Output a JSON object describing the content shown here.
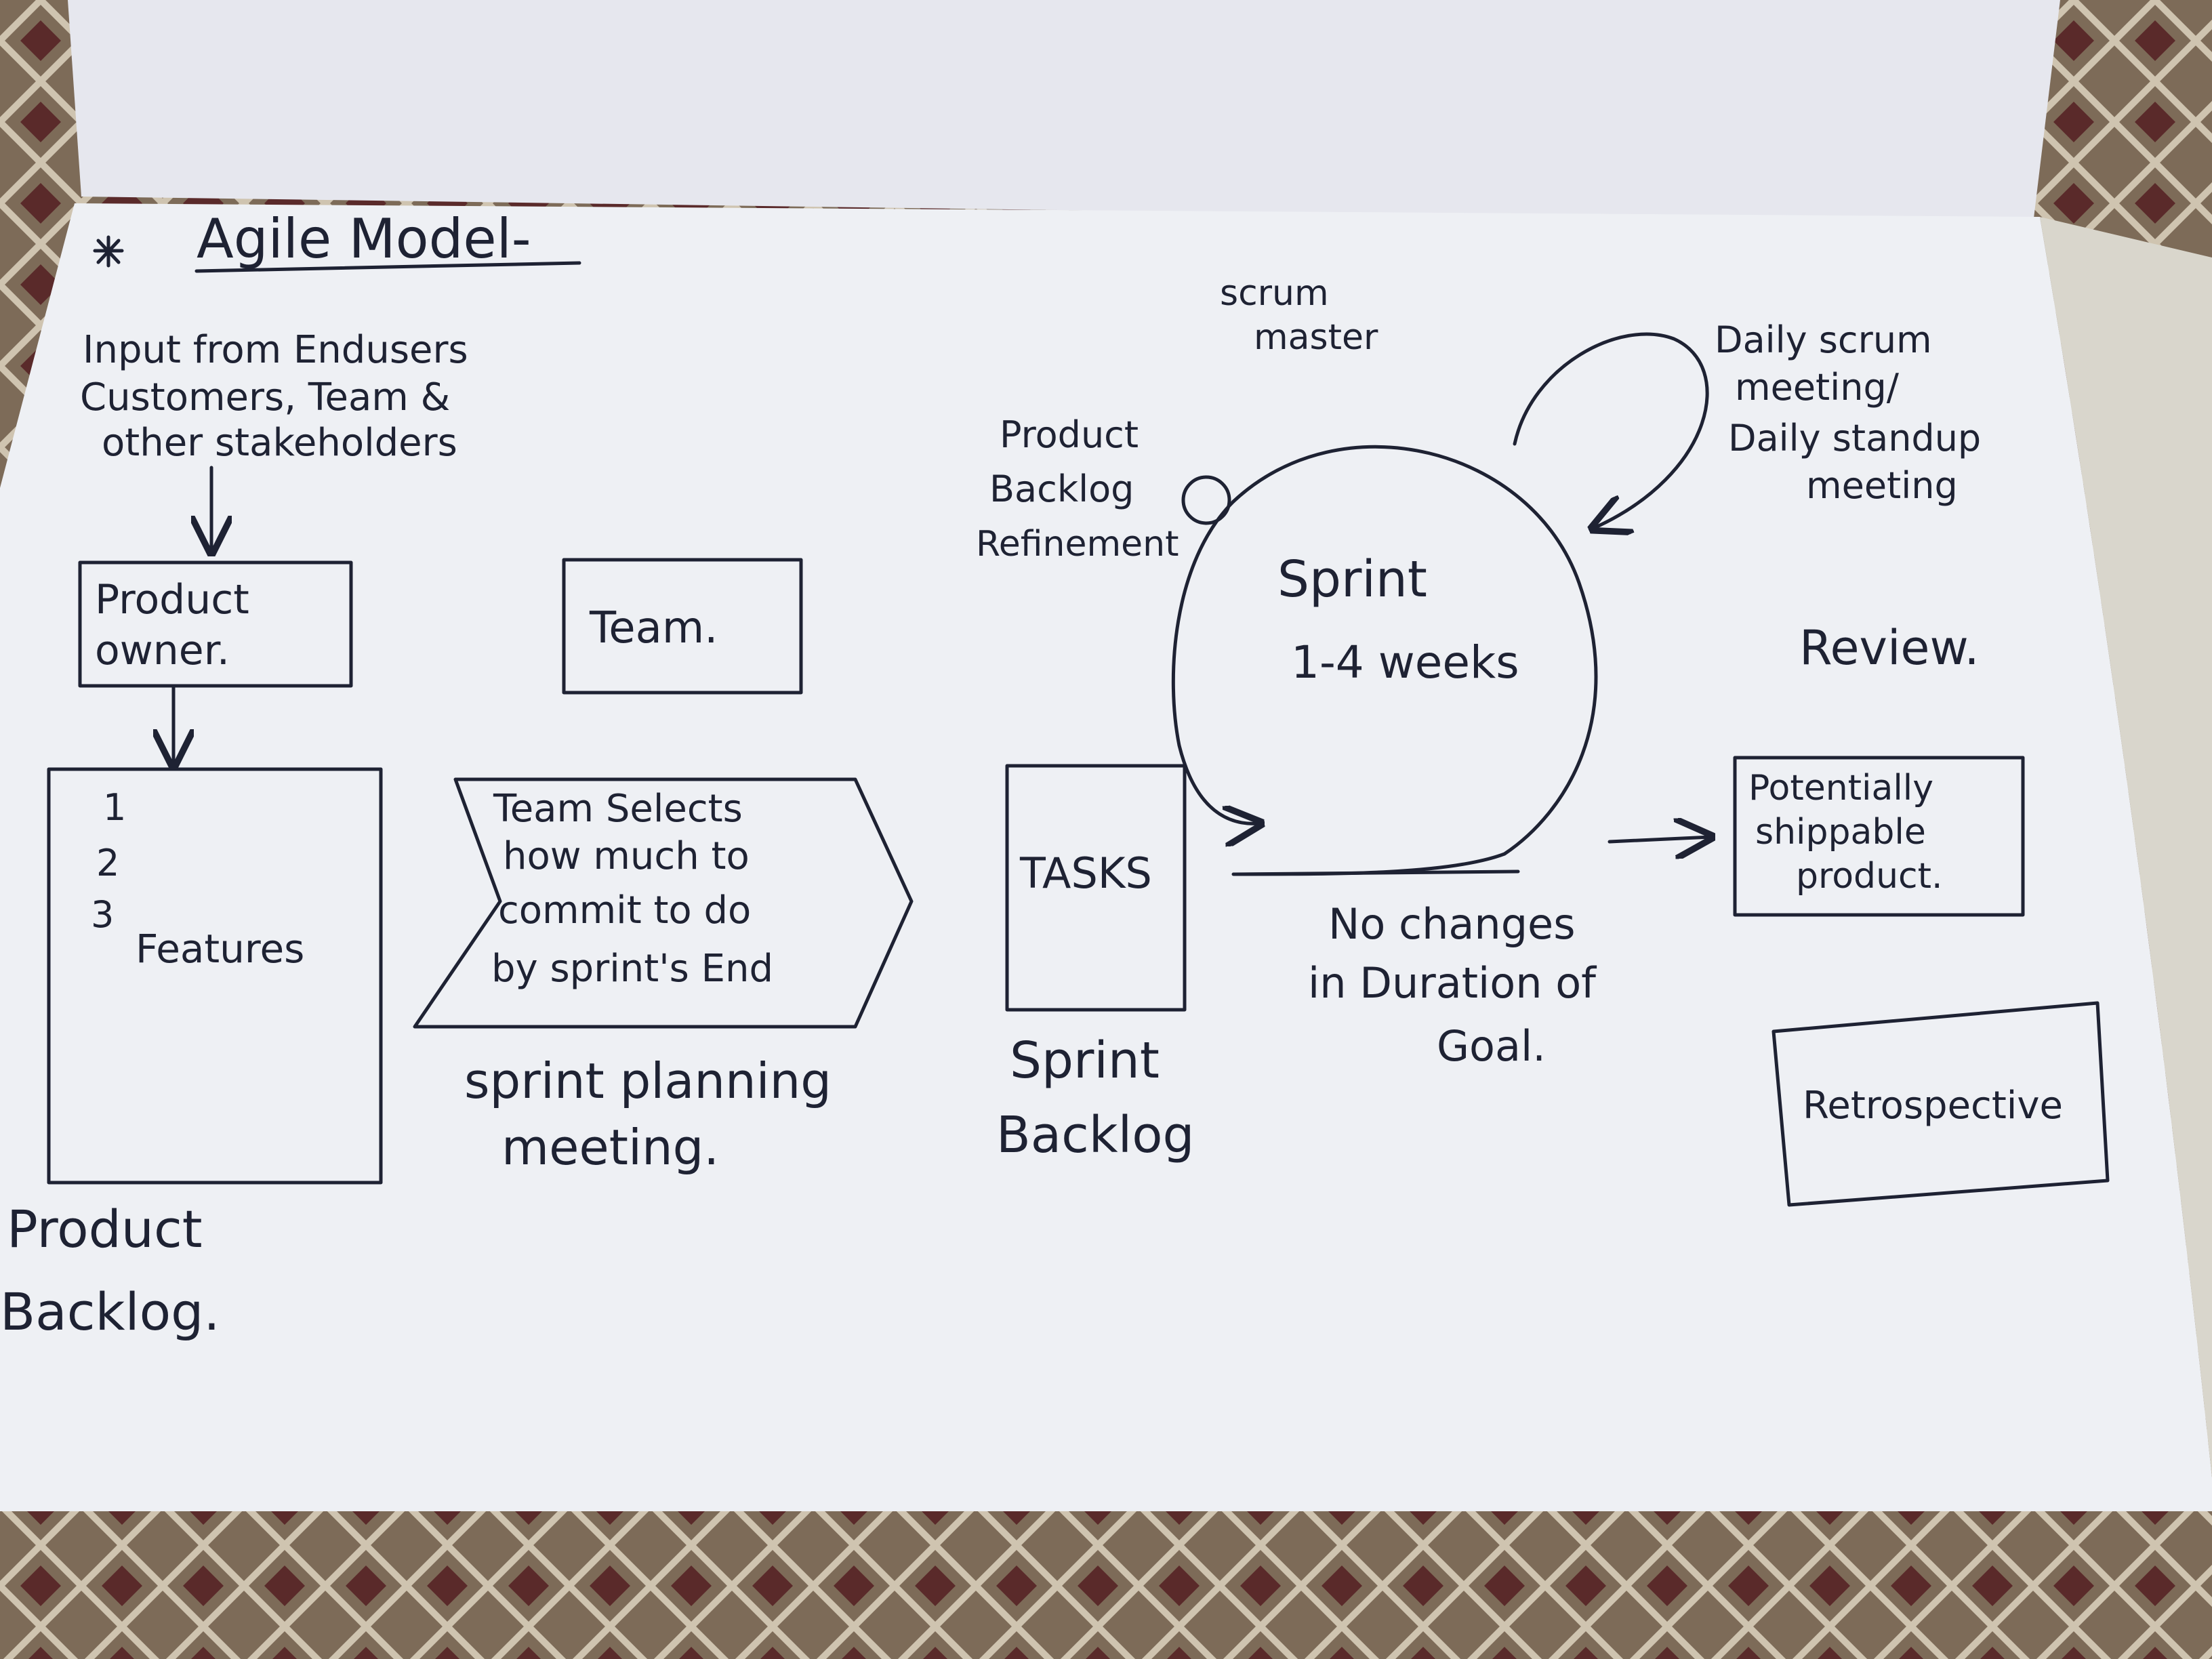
{
  "heading": "Agile Model-",
  "input_text": [
    "Input from Endusers",
    "Customers, Team &",
    "other stakeholders"
  ],
  "product_owner": [
    "Product",
    "owner."
  ],
  "team": "Team.",
  "features": {
    "numbers": [
      "1",
      "2",
      "3"
    ],
    "label": "Features"
  },
  "product_backlog_label": [
    "Product",
    "Backlog."
  ],
  "team_selects": [
    "Team Selects",
    "how much to",
    "commit to do",
    "by sprint's End"
  ],
  "sprint_planning_label": [
    "sprint planning",
    "meeting."
  ],
  "tasks": "TASKS",
  "sprint_backlog_label": [
    "Sprint",
    "Backlog"
  ],
  "scrum_master": [
    "scrum",
    "master"
  ],
  "backlog_refinement": [
    "Product",
    "Backlog",
    "Refinement"
  ],
  "sprint": [
    "Sprint",
    "1-4 weeks"
  ],
  "daily_scrum": [
    "Daily scrum",
    "meeting/",
    "Daily standup",
    "meeting"
  ],
  "no_changes": [
    "No changes",
    "in Duration of",
    "Goal."
  ],
  "review": "Review.",
  "potentially_shippable": [
    "Potentially",
    "shippable",
    "product."
  ],
  "retrospective": "Retrospective",
  "colors": {
    "ink": "#1e2233",
    "paper": "#edeef2",
    "cloth": "#8a7a68"
  }
}
